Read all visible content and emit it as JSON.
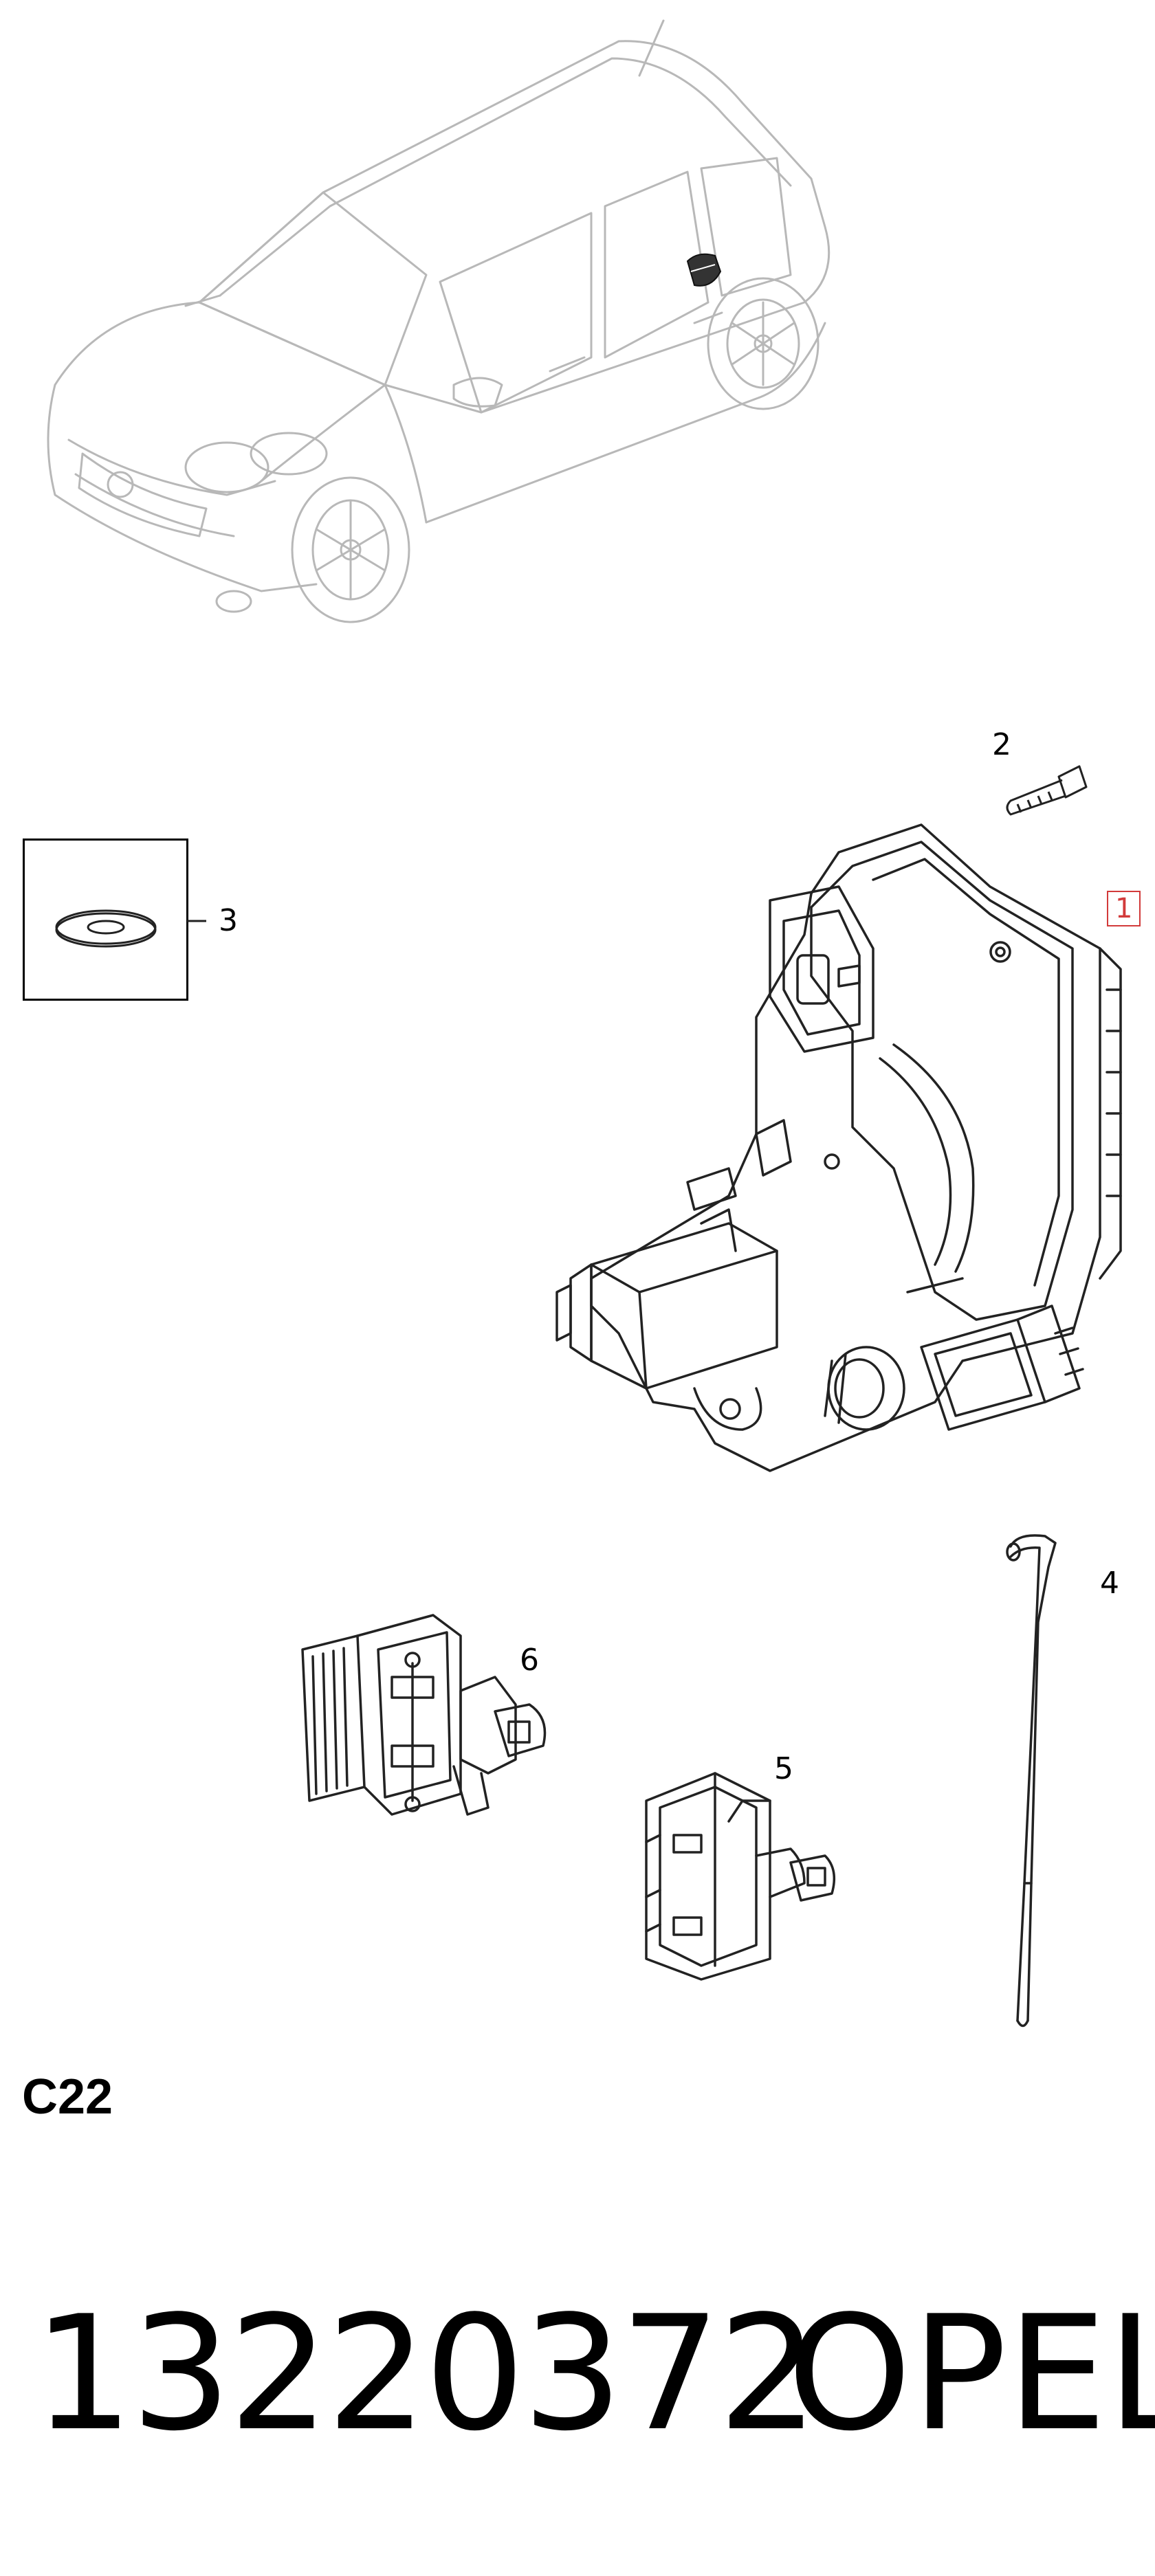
{
  "diagram": {
    "callouts": [
      {
        "id": "1",
        "label": "1",
        "boxed": true
      },
      {
        "id": "2",
        "label": "2"
      },
      {
        "id": "3",
        "label": "3"
      },
      {
        "id": "4",
        "label": "4"
      },
      {
        "id": "5",
        "label": "5"
      },
      {
        "id": "6",
        "label": "6"
      }
    ],
    "section_code": "C22"
  },
  "footer": {
    "part_number": "13220372",
    "brand": "OPEL"
  },
  "colors": {
    "line": "#222222",
    "car_line": "#b8b8b8",
    "callout_box": "#d23a3a",
    "text": "#000000"
  },
  "icons": [
    "car-illustration",
    "door-lock-actuator",
    "screw",
    "washer",
    "lock-rod",
    "connector-clip",
    "connector-housing"
  ]
}
